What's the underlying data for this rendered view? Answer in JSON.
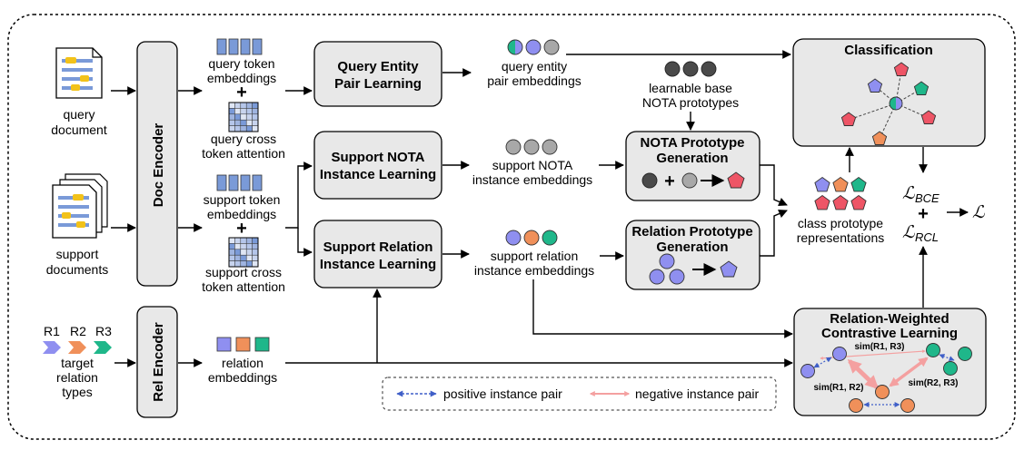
{
  "inputs": {
    "query_doc": [
      "query",
      "document"
    ],
    "support_docs": [
      "support",
      "documents"
    ],
    "relation_types": [
      "R1",
      "R2",
      "R3"
    ],
    "target_types": [
      "target",
      "relation",
      "types"
    ]
  },
  "encoders": {
    "doc": "Doc Encoder",
    "rel": "Rel Encoder"
  },
  "embeddings": {
    "query_token": [
      "query token",
      "embeddings"
    ],
    "query_attn": [
      "query cross",
      "token attention"
    ],
    "support_token": [
      "support token",
      "embeddings"
    ],
    "support_attn": [
      "support cross",
      "token attention"
    ],
    "relation": [
      "relation",
      "embeddings"
    ],
    "query_pair": [
      "query entity",
      "pair embeddings"
    ],
    "nota_base": [
      "learnable base",
      "NOTA prototypes"
    ],
    "support_nota": [
      "support NOTA",
      "instance embeddings"
    ],
    "support_rel": [
      "support relation",
      "instance embeddings"
    ],
    "class_proto": [
      "class prototype",
      "representations"
    ]
  },
  "modules": {
    "query_pair": [
      "Query Entity",
      "Pair Learning"
    ],
    "support_nota": [
      "Support NOTA",
      "Instance Learning"
    ],
    "support_rel": [
      "Support Relation",
      "Instance Learning"
    ],
    "nota_gen": [
      "NOTA Prototype",
      "Generation"
    ],
    "rel_gen": [
      "Relation Prototype",
      "Generation"
    ],
    "classification": "Classification",
    "contrastive": [
      "Relation-Weighted",
      "Contrastive Learning"
    ]
  },
  "losses": {
    "L": "ℒ",
    "bce": "BCE",
    "rcl": "RCL",
    "plus": "+"
  },
  "contrastive_labels": {
    "sim13": "sim(R1, R3)",
    "sim12": "sim(R1, R2)",
    "sim23": "sim(R2, R3)"
  },
  "legend": {
    "positive": "positive instance pair",
    "negative": "negative instance pair"
  },
  "colors": {
    "r1": "#8f8ff0",
    "r2": "#f0905a",
    "r3": "#1fb78a",
    "nota": "#a8a8a8",
    "nota_dark": "#4a4a4a",
    "red": "#ee5566",
    "doc_blue": "#7a9ad8",
    "doc_yellow": "#f2c21a",
    "box_fill": "#e8e8e8",
    "positive": "#3f5fc8",
    "negative": "#f4a0a0"
  }
}
